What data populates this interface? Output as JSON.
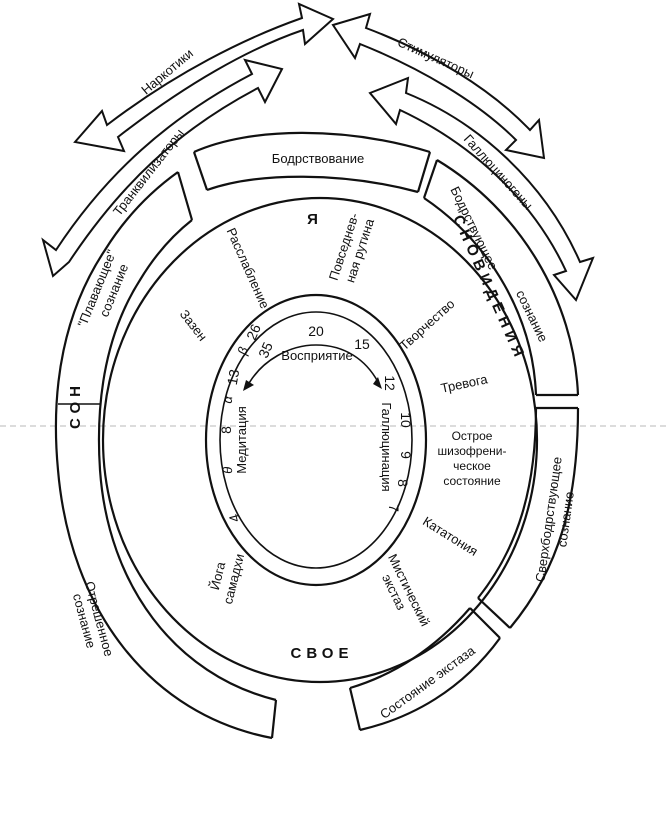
{
  "arrows": {
    "narcotics": "Наркотики",
    "tranquilizers": "Транквилизаторы",
    "stimulants": "Стимуляторы",
    "hallucinogens": "Галлюциногены"
  },
  "outer_ring": {
    "wakefulness": "Бодрствование",
    "waking_dream_line1": "Бодрствующее",
    "waking_dream_line2": "сознание",
    "hyperwakeful_line1": "Сверхбодрствующее",
    "hyperwakeful_line2": "сознание",
    "ecstasy_state": "Состояние экстаза",
    "detached_line1": "Отрешенное",
    "detached_line2": "сознание",
    "floating_line1": "\"Плавающее\"",
    "floating_line2": "сознание",
    "sleep": "СОН"
  },
  "middle_ring": {
    "ego": "Я",
    "dreams": "СНОВИДЕНИЯ",
    "self": "СВОЕ",
    "routine_line1": "Повседнев-",
    "routine_line2": "ная рутина",
    "relaxation": "Расслабление",
    "creativity": "Творчество",
    "anxiety": "Тревога",
    "schizo_line1": "Острое",
    "schizo_line2": "шизофрени-",
    "schizo_line3": "ческое",
    "schizo_line4": "состояние",
    "catatonia": "Кататония",
    "mystic_line1": "Мистический",
    "mystic_line2": "экстаз",
    "yoga_line1": "Йога",
    "yoga_line2": "самадхи",
    "zazen": "Зазен"
  },
  "inner_ring": {
    "perception": "Восприятие",
    "meditation": "Медитация",
    "hallucination": "Галлюцинация",
    "n20": "20",
    "n15": "15",
    "n12": "12",
    "n10": "10",
    "n9": "9",
    "n8r": "8",
    "n7": "7",
    "n26": "26",
    "n35": "35",
    "n13": "13",
    "n8l": "8",
    "n4": "4",
    "beta": "β",
    "alpha": "α",
    "theta": "θ"
  }
}
